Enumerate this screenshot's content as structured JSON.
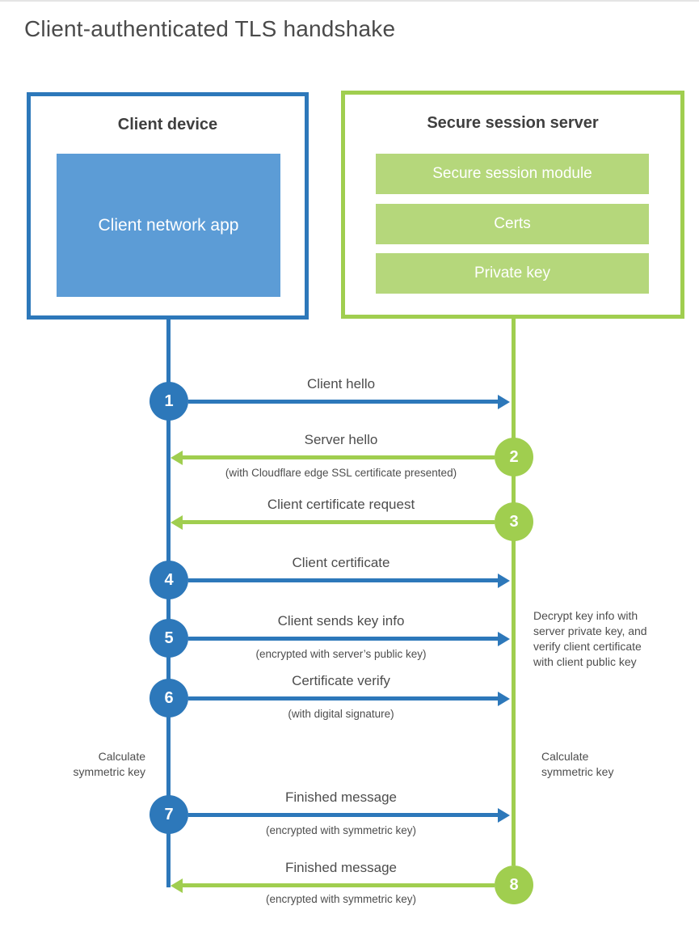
{
  "title": "Client-authenticated TLS handshake",
  "colors": {
    "blue_accent": "#2d78ba",
    "blue_fill": "#5c9cd6",
    "green_accent": "#a0ce4f",
    "green_fill": "#b5d77b",
    "text": "#4d4d4d"
  },
  "client_box": {
    "title": "Client device",
    "app_label": "Client network app"
  },
  "server_box": {
    "title": "Secure session server",
    "modules": [
      "Secure session module",
      "Certs",
      "Private key"
    ]
  },
  "messages": [
    {
      "num": "1",
      "direction": "client-to-server",
      "label": "Client hello",
      "sublabel": ""
    },
    {
      "num": "2",
      "direction": "server-to-client",
      "label": "Server hello",
      "sublabel": "(with Cloudflare edge SSL certificate presented)"
    },
    {
      "num": "3",
      "direction": "server-to-client",
      "label": "Client certificate request",
      "sublabel": ""
    },
    {
      "num": "4",
      "direction": "client-to-server",
      "label": "Client certificate",
      "sublabel": ""
    },
    {
      "num": "5",
      "direction": "client-to-server",
      "label": "Client sends key info",
      "sublabel": "(encrypted with server’s public key)"
    },
    {
      "num": "6",
      "direction": "client-to-server",
      "label": "Certificate verify",
      "sublabel": "(with digital signature)"
    },
    {
      "num": "7",
      "direction": "client-to-server",
      "label": "Finished message",
      "sublabel": "(encrypted with symmetric key)"
    },
    {
      "num": "8",
      "direction": "server-to-client",
      "label": "Finished message",
      "sublabel": "(encrypted with symmetric key)"
    }
  ],
  "notes": {
    "decrypt": "Decrypt key info with server private key, and verify client certificate with client public key",
    "calc_left": "Calculate symmetric key",
    "calc_right": "Calculate symmetric key"
  }
}
